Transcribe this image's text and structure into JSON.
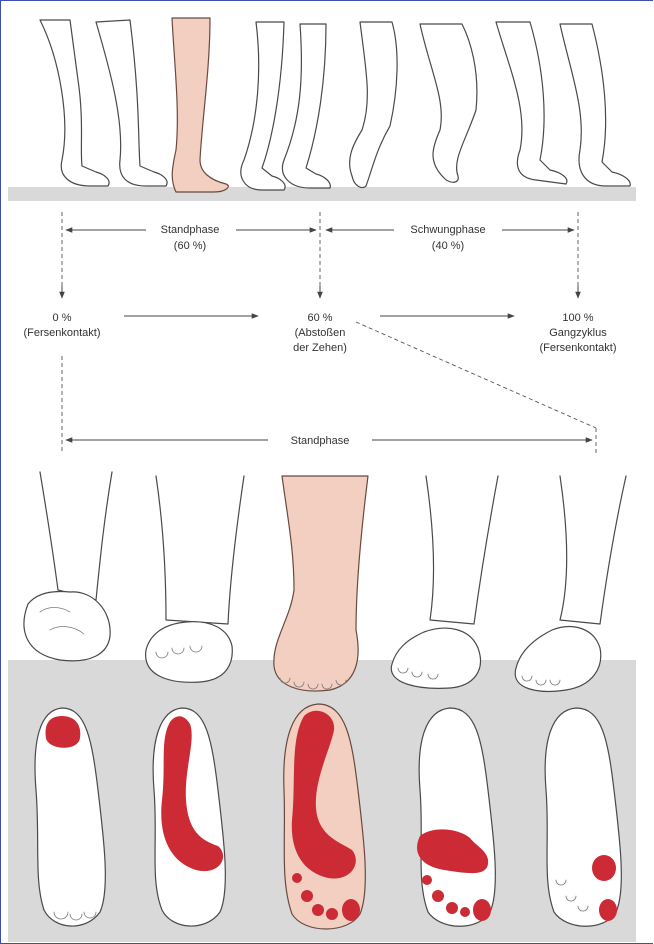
{
  "phases": {
    "stance_label": "Standphase",
    "stance_percent": "(60 %)",
    "swing_label": "Schwungphase",
    "swing_percent": "(40 %)"
  },
  "milestones": [
    {
      "percent": "0 %",
      "caption_1": "(Fersenkontakt)",
      "caption_2": ""
    },
    {
      "percent": "60 %",
      "caption_1": "(Abstoßen",
      "caption_2": "der Zehen)"
    },
    {
      "percent": "100 %",
      "caption_1": "Gangzyklus",
      "caption_2": "(Fersenkontakt)"
    }
  ],
  "stance_span_label": "Standphase",
  "colors": {
    "pressure": "#cc2b35",
    "skin_highlight": "#f2cfc0",
    "ground": "#d9d9d9",
    "frame": "#3a4fb0"
  }
}
